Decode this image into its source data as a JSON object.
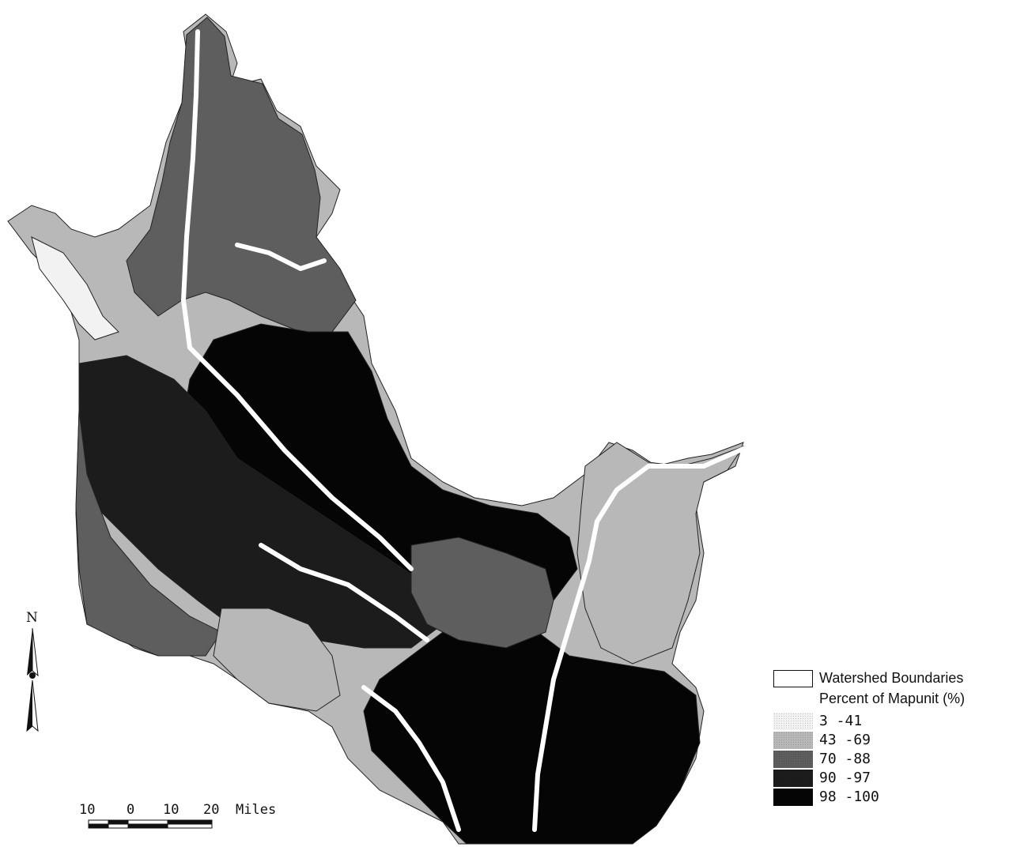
{
  "map": {
    "colors": {
      "c3_41": "#f2f2f2",
      "c43_69": "#b8b8b8",
      "c70_88": "#5e5e5e",
      "c90_97": "#1c1c1c",
      "c98_100": "#050505",
      "river": "#ffffff"
    }
  },
  "north_arrow": {
    "label": "N"
  },
  "scale_bar": {
    "ticks": [
      "10",
      "0",
      "10",
      "20"
    ],
    "unit": "Miles"
  },
  "legend": {
    "boundary_label": "Watershed Boundaries",
    "title": "Percent of Mapunit (%)",
    "classes": [
      {
        "range": "3 -41",
        "color": "#f2f2f2"
      },
      {
        "range": "43 -69",
        "color": "#b8b8b8"
      },
      {
        "range": "70 -88",
        "color": "#5e5e5e"
      },
      {
        "range": "90 -97",
        "color": "#1c1c1c"
      },
      {
        "range": "98 -100",
        "color": "#050505"
      }
    ]
  }
}
